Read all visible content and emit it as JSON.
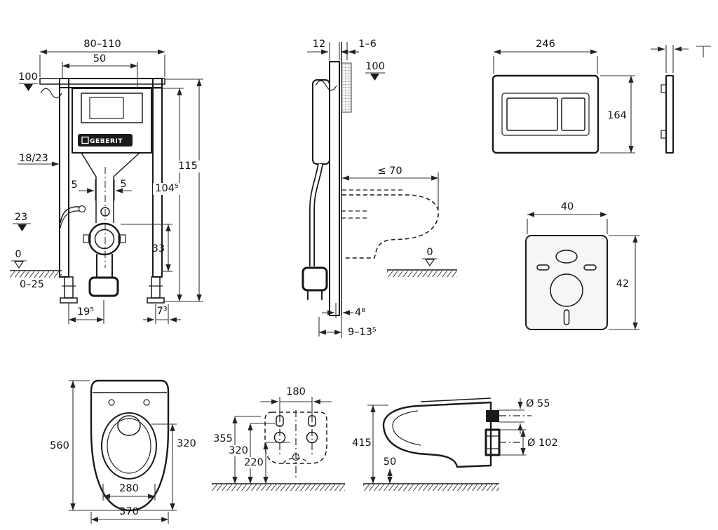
{
  "page": {
    "background": "#ffffff",
    "ink": "#1a1a1a"
  },
  "brand": {
    "logo_text": "GEBERIT"
  },
  "frame_front": {
    "dim_top_width": "80–110",
    "dim_inner_width": "50",
    "level_top": "100",
    "dim_height_total": "115",
    "dim_height_cistern": "104⁵",
    "label_wall_bracket": "18/23",
    "dim_offset_left": "5",
    "dim_offset_right": "5",
    "level_mid": "23",
    "dim_outlet_height": "33",
    "level_floor": "0",
    "dim_foot_adjust": "0–25",
    "dim_foot_left": "19⁵",
    "dim_foot_right": "7³"
  },
  "side_view": {
    "dim_rail_depth": "12",
    "dim_wall_gap": "1–6",
    "level_top": "100",
    "dim_bowl_depth": "≤ 70",
    "level_floor": "0",
    "dim_outlet_offset": "4⁸",
    "dim_outlet_range": "9–13⁵"
  },
  "flush_plate": {
    "dim_width": "246",
    "dim_height": "164"
  },
  "sound_pad": {
    "dim_width": "40",
    "dim_height": "42"
  },
  "bowl_top_view": {
    "dim_length": "560",
    "dim_bowl_length": "320",
    "dim_rim_width": "280",
    "dim_width": "370"
  },
  "mounting_template": {
    "dim_bolt_spacing": "180",
    "dim_height_1": "355",
    "dim_height_2": "320",
    "dim_height_3": "220"
  },
  "bowl_side_view": {
    "dim_inlet": "Ø 55",
    "dim_outlet": "Ø 102",
    "dim_height": "415",
    "dim_drop": "50"
  }
}
